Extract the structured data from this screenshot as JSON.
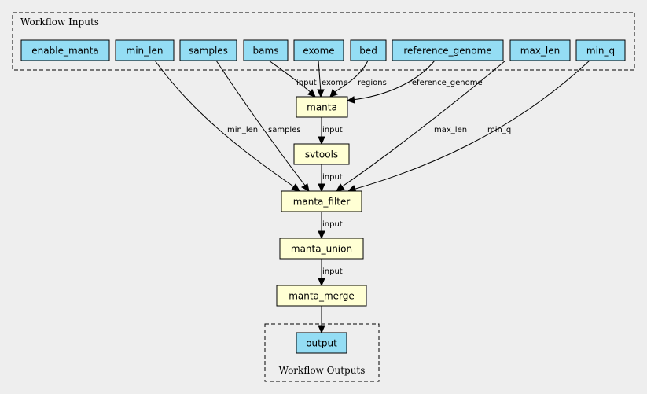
{
  "clusters": {
    "inputs_title": "Workflow Inputs",
    "outputs_title": "Workflow Outputs"
  },
  "inputs": [
    "enable_manta",
    "min_len",
    "samples",
    "bams",
    "exome",
    "bed",
    "reference_genome",
    "max_len",
    "min_q"
  ],
  "steps": [
    "manta",
    "svtools",
    "manta_filter",
    "manta_union",
    "manta_merge"
  ],
  "outputs": [
    "output"
  ],
  "edge_labels": {
    "bams_manta": "input",
    "exome_manta": "exome",
    "bed_manta": "regions",
    "reference_genome_manta": "reference_genome",
    "manta_svtools": "input",
    "svtools_manta_filter": "input",
    "min_len_manta_filter": "min_len",
    "samples_manta_filter": "samples",
    "max_len_manta_filter": "max_len",
    "min_q_manta_filter": "min_q",
    "manta_filter_manta_union": "input",
    "manta_union_manta_merge": "input"
  },
  "colors": {
    "background": "#eeeeee",
    "input_fill": "#94ddf4",
    "step_fill": "#ffffd4"
  }
}
